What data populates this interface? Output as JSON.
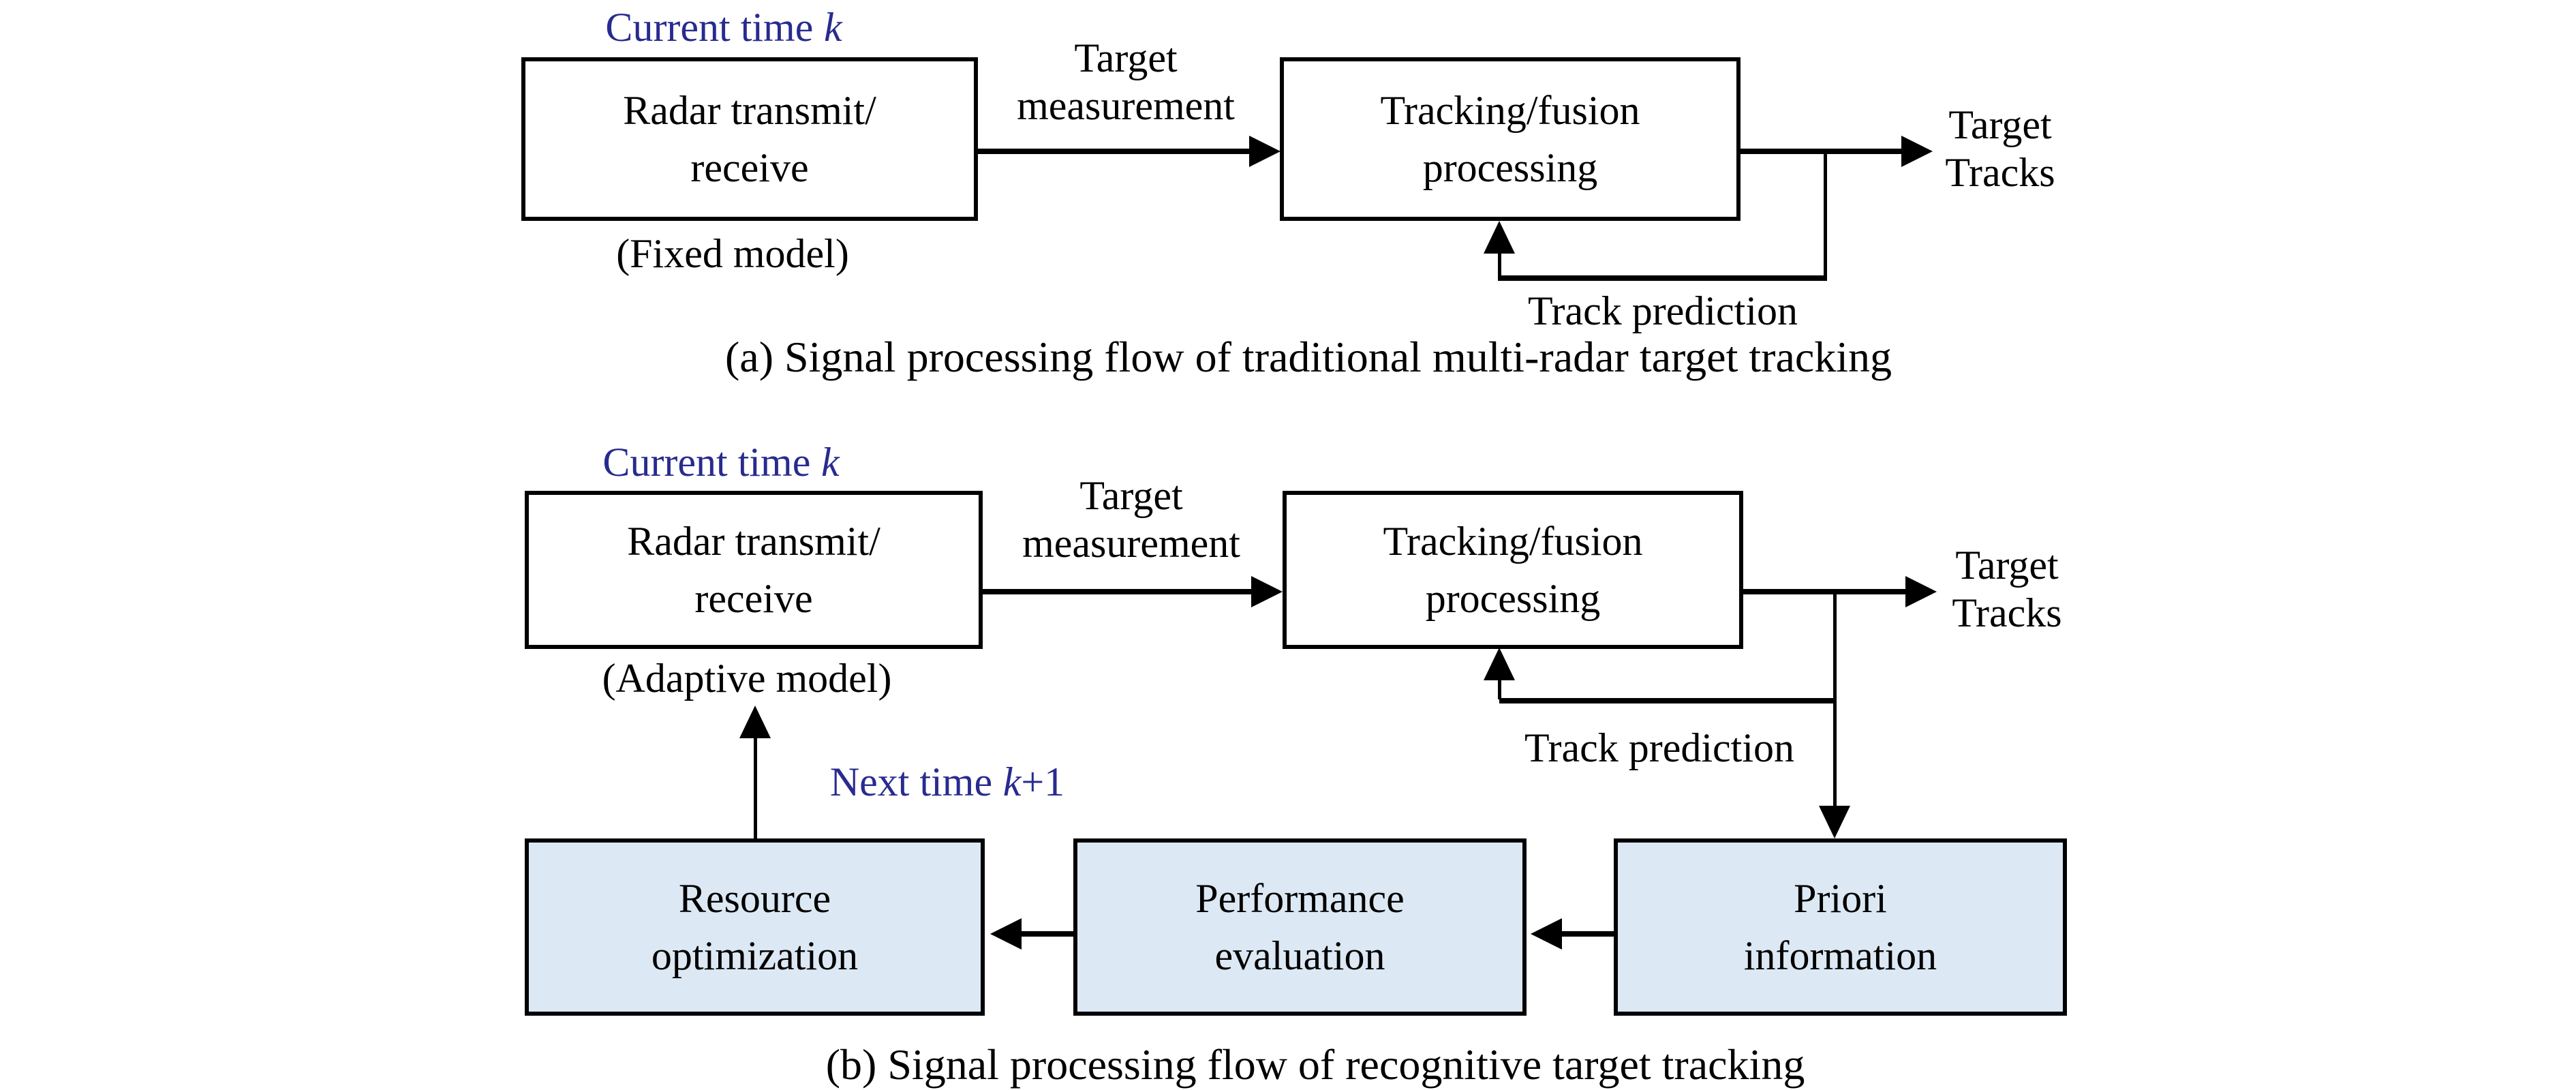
{
  "palette": {
    "background": "#ffffff",
    "line_color": "#000000",
    "blue_text": "#282b8e",
    "box_fill_light": "#dce8f4"
  },
  "diagram_a": {
    "time_label": {
      "prefix": "Current time",
      "var": "k"
    },
    "radar_box": {
      "line1": "Radar transmit/",
      "line2": "receive"
    },
    "radar_note": "(Fixed model)",
    "measurement_label": {
      "line1": "Target",
      "line2": "measurement"
    },
    "tracking_box": {
      "line1": "Tracking/fusion",
      "line2": "processing"
    },
    "output_label": {
      "line1": "Target",
      "line2": "Tracks"
    },
    "feedback_label": "Track prediction",
    "caption": "(a) Signal processing flow of traditional multi-radar target tracking"
  },
  "diagram_b": {
    "time_label": {
      "prefix": "Current time",
      "var": "k"
    },
    "radar_box": {
      "line1": "Radar transmit/",
      "line2": "receive"
    },
    "radar_note": "(Adaptive model)",
    "measurement_label": {
      "line1": "Target",
      "line2": "measurement"
    },
    "tracking_box": {
      "line1": "Tracking/fusion",
      "line2": "processing"
    },
    "output_label": {
      "line1": "Target",
      "line2": "Tracks"
    },
    "feedback_label": "Track prediction",
    "next_time_label": {
      "prefix": "Next time",
      "var": "k",
      "suffix": "+1"
    },
    "resource_box": {
      "line1": "Resource",
      "line2": "optimization"
    },
    "performance_box": {
      "line1": "Performance",
      "line2": "evaluation"
    },
    "priori_box": {
      "line1": "Priori",
      "line2": "information"
    },
    "caption": "(b) Signal processing flow of recognitive target tracking"
  }
}
